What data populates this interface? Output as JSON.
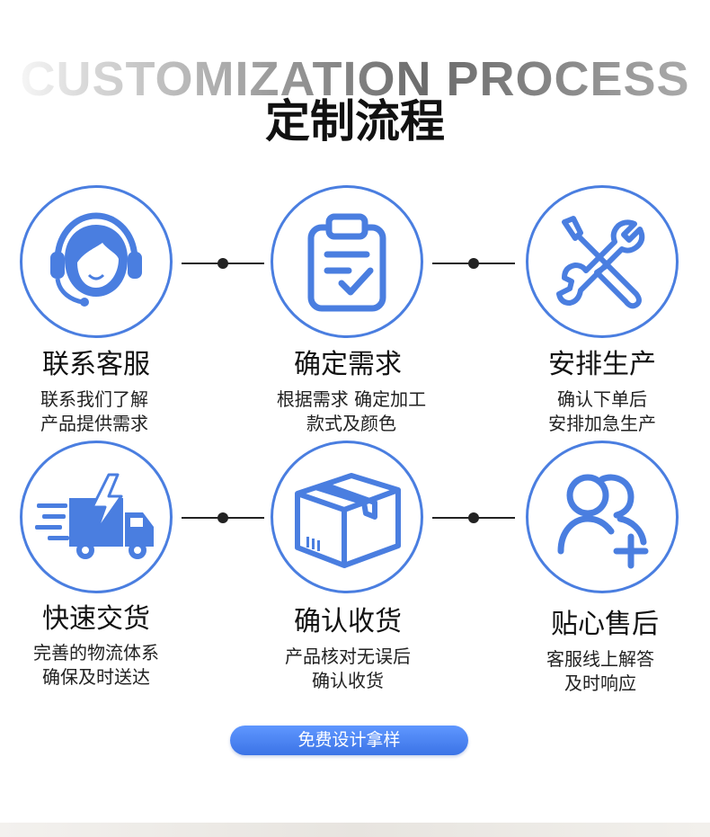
{
  "header": {
    "title_en": "CUSTOMIZATION PROCESS",
    "title_cn": "定制流程"
  },
  "colors": {
    "accent": "#4a7ee0",
    "button": "#3f7aeb",
    "connector": "#222222"
  },
  "steps": [
    {
      "icon": "headset-agent-icon",
      "title": "联系客服",
      "desc": [
        "联系我们了解",
        "产品提供需求"
      ]
    },
    {
      "icon": "clipboard-check-icon",
      "title": "确定需求",
      "desc": [
        "根据需求 确定加工",
        "款式及颜色"
      ]
    },
    {
      "icon": "tools-icon",
      "title": "安排生产",
      "desc": [
        "确认下单后",
        "安排加急生产"
      ]
    },
    {
      "icon": "delivery-truck-icon",
      "title": "快速交货",
      "desc": [
        "完善的物流体系",
        "确保及时送达"
      ]
    },
    {
      "icon": "package-box-icon",
      "title": "确认收货",
      "desc": [
        "产品核对无误后",
        "确认收货"
      ]
    },
    {
      "icon": "user-add-icon",
      "title": "贴心售后",
      "desc": [
        "客服线上解答",
        "及时响应"
      ]
    }
  ],
  "cta": {
    "label": "免费设计拿样"
  }
}
